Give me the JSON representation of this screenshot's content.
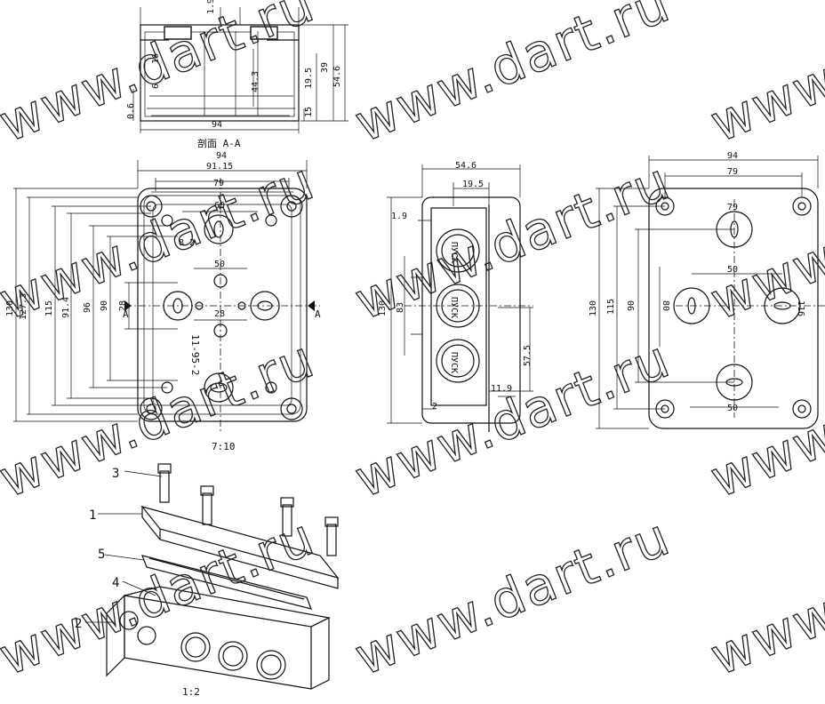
{
  "section_label": "剖面 A-A",
  "scale_main": "7:10",
  "scale_iso": "1:2",
  "part_code": "11-95-2",
  "section_marker": "A",
  "watermark": "www.dart.ru",
  "button_text": "ПУСК",
  "section_view": {
    "top": "1.9",
    "width": "94",
    "h_54_6": "54.6",
    "h_39": "39",
    "h_19_5": "19.5",
    "h_15": "15",
    "h_44_3": "44.3",
    "h_16": "16",
    "h_0_6": "0.6",
    "h_6": "6"
  },
  "front_view": {
    "w94": "94",
    "w91": "91.15",
    "w79": "79",
    "w60": "60",
    "w50": "50",
    "w28": "28",
    "d82": "8.2",
    "h130": "130",
    "h127": "127.3",
    "h115": "115",
    "h91": "91.4",
    "h96": "96",
    "h90": "90",
    "h28": "28"
  },
  "side_view": {
    "w54": "54.6",
    "w19": "19.5",
    "d19": "1.9",
    "h130": "130",
    "h83": "83",
    "h57": "57.5",
    "d11": "11.9",
    "d2": "2"
  },
  "back_view": {
    "w94": "94",
    "w79": "79",
    "w79b": "79",
    "w50": "50",
    "w50b": "50",
    "h130": "130",
    "h115": "115",
    "h90": "90",
    "h80": "80",
    "h116": "116"
  },
  "callouts": [
    "3",
    "1",
    "5",
    "4",
    "2"
  ]
}
